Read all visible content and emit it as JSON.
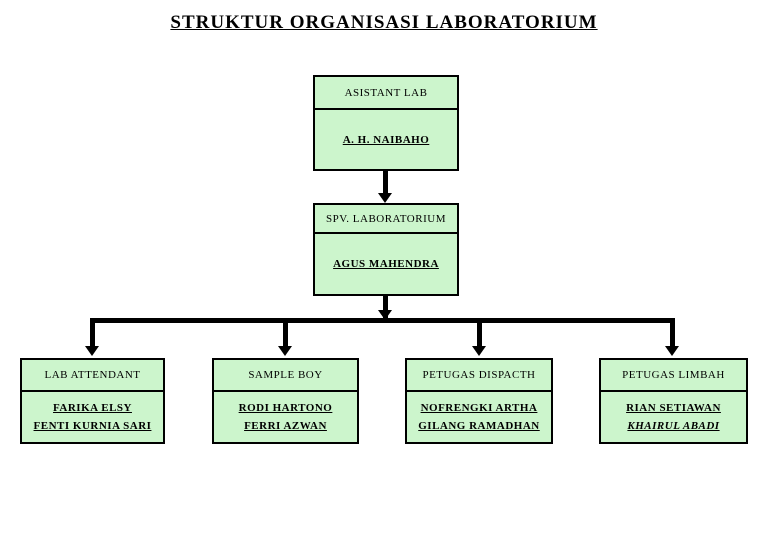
{
  "title": "STRUKTUR ORGANISASI LABORATORIUM",
  "colors": {
    "box_fill": "#ccf5cc",
    "box_border": "#000000",
    "connector": "#000000",
    "background": "#ffffff"
  },
  "boxes": [
    {
      "role": "ASISTANT LAB",
      "names": [
        "A. H. NAIBAHO"
      ]
    },
    {
      "role": "SPV. LABORATORIUM",
      "names": [
        "AGUS MAHENDRA"
      ]
    },
    {
      "role": "LAB ATTENDANT",
      "names": [
        "FARIKA ELSY",
        "FENTI KURNIA SARI"
      ]
    },
    {
      "role": "SAMPLE BOY",
      "names": [
        "RODI HARTONO",
        "FERRI AZWAN"
      ]
    },
    {
      "role": "PETUGAS DISPACTH",
      "names": [
        "NOFRENGKI ARTHA",
        "GILANG RAMADHAN"
      ]
    },
    {
      "role": "PETUGAS LIMBAH",
      "names": [
        "RIAN SETIAWAN",
        "KHAIRUL ABADI"
      ]
    }
  ]
}
